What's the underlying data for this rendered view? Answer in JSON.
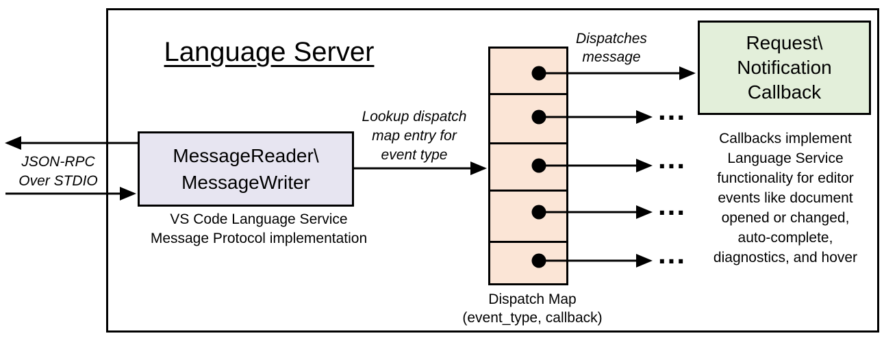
{
  "colors": {
    "reader_box_fill": "#e7e5f1",
    "dispatch_map_fill": "#fbe5d6",
    "callback_box_fill": "#e3efda",
    "line": "#000000"
  },
  "title": "Language Server",
  "stdio_label": {
    "lines": [
      "JSON-RPC",
      "Over STDIO"
    ]
  },
  "reader_box": {
    "lines": [
      "MessageReader\\",
      "MessageWriter"
    ],
    "caption_lines": [
      "VS Code Language Service",
      "Message Protocol implementation"
    ]
  },
  "lookup_label": {
    "lines": [
      "Lookup dispatch",
      "map entry for",
      "event type"
    ]
  },
  "dispatches_label": {
    "lines": [
      "Dispatches",
      "message"
    ]
  },
  "dispatch_map": {
    "caption_lines": [
      "Dispatch Map",
      "(event_type, callback)"
    ]
  },
  "callback_box": {
    "lines": [
      "Request\\",
      "Notification",
      "Callback"
    ]
  },
  "callbacks_note": {
    "lines": [
      "Callbacks implement",
      "Language Service",
      "functionality for editor",
      "events like document",
      "opened or changed,",
      "auto-complete,",
      "diagnostics, and hover"
    ]
  },
  "ellipsis": "..."
}
